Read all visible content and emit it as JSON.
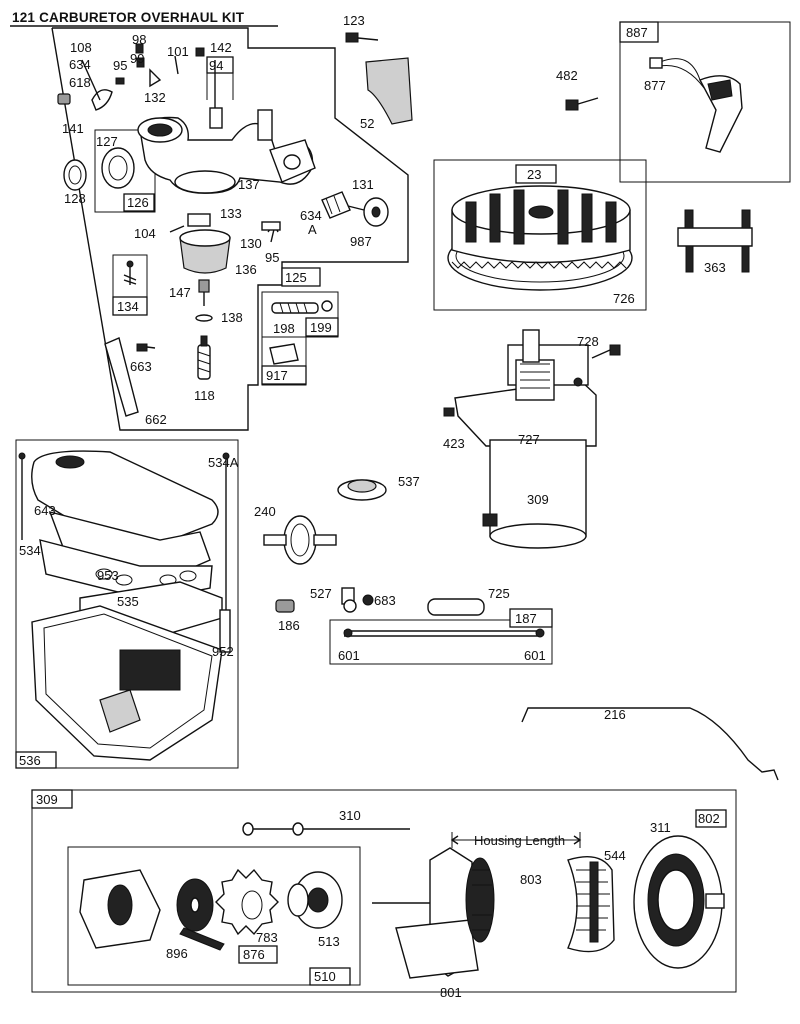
{
  "title": "121 CARBURETOR OVERHAUL KIT",
  "parts": {
    "p108": "108",
    "p634": "634",
    "p618": "618",
    "p141": "141",
    "p127": "127",
    "p128": "128",
    "p126": "126",
    "p98": "98",
    "p99": "99",
    "p95": "95",
    "p101": "101",
    "p142": "142",
    "p94": "94",
    "p132": "132",
    "p137": "137",
    "p133": "133",
    "p104": "104",
    "p130": "130",
    "p95b": "95",
    "p136": "136",
    "p134": "134",
    "p147": "147",
    "p138": "138",
    "p118": "118",
    "p663": "663",
    "p662": "662",
    "p125": "125",
    "p198": "198",
    "p199": "199",
    "p917": "917",
    "p131": "131",
    "p634b": "634",
    "pA": "A",
    "p987": "987",
    "p123": "123",
    "p52": "52",
    "p482": "482",
    "p887": "887",
    "p877": "877",
    "p23": "23",
    "p726": "726",
    "p363": "363",
    "p728": "728",
    "p423": "423",
    "p727": "727",
    "p309": "309",
    "p537": "537",
    "p240": "240",
    "p534A": "534A",
    "p643": "643",
    "p534": "534",
    "p953": "953",
    "p535": "535",
    "p952": "952",
    "p536": "536",
    "p527": "527",
    "p683": "683",
    "p725": "725",
    "p187": "187",
    "p186": "186",
    "p601a": "601",
    "p601b": "601",
    "p216": "216",
    "p309b": "309",
    "p310": "310",
    "housing": "Housing Length",
    "p544": "544",
    "p803": "803",
    "p311": "311",
    "p802": "802",
    "p896": "896",
    "p783": "783",
    "p513": "513",
    "p876": "876",
    "p510": "510",
    "p801": "801"
  }
}
